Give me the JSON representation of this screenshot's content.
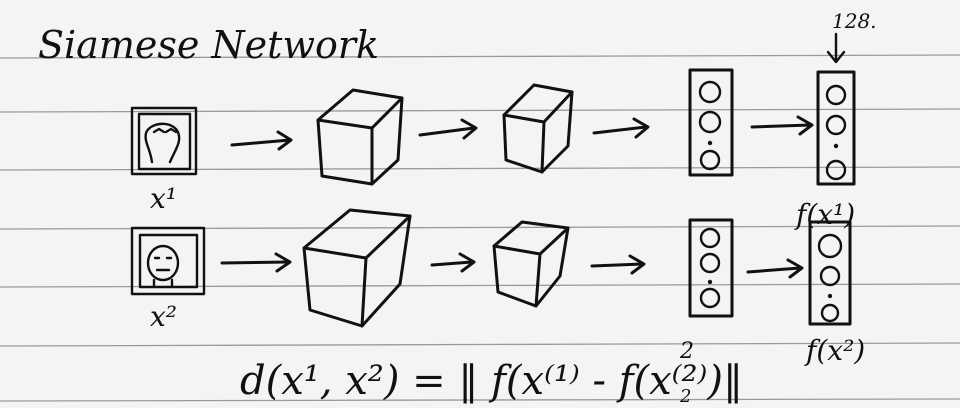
{
  "title": "Siamese Network",
  "embedding_size_label": "128.",
  "inputs": {
    "top_label": "x¹",
    "bottom_label": "x²"
  },
  "outputs": {
    "top_label": "f(x¹)",
    "bottom_label": "f(x²)"
  },
  "formula": {
    "text": "d(x¹, x²) = ‖ f(x⁽¹⁾ - f(x⁽²⁾)‖",
    "superscript": "2",
    "subscript": "2"
  }
}
